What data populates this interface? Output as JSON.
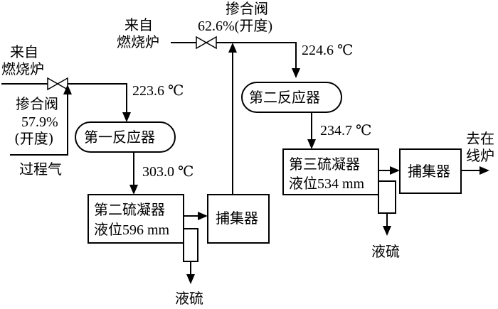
{
  "labels": {
    "source_left_1": "来自",
    "source_left_2": "燃烧炉",
    "source_mid_1": "来自",
    "source_mid_2": "燃烧炉",
    "mix_valve_1_l1": "掺合阀",
    "mix_valve_1_l2": "57.9%",
    "mix_valve_1_l3": "(开度)",
    "mix_valve_2_l1": "掺合阀",
    "mix_valve_2_l2": "62.6%(开度)",
    "process_gas": "过程气",
    "temp_1": "223.6 ℃",
    "temp_2": "303.0 ℃",
    "temp_3": "224.6 ℃",
    "temp_4": "234.7 ℃",
    "reactor_1": "第一反应器",
    "reactor_2": "第二反应器",
    "condenser_2_l1": "第二硫凝器",
    "condenser_2_l2": "液位596 mm",
    "condenser_3_l1": "第三硫凝器",
    "condenser_3_l2": "液位534 mm",
    "collector_1": "捕集器",
    "collector_2": "捕集器",
    "liquid_sulfur_1": "液硫",
    "liquid_sulfur_2": "液硫",
    "to_incinerator_1": "去在",
    "to_incinerator_2": "线炉"
  },
  "colors": {
    "line": "#000000",
    "background": "#ffffff"
  }
}
